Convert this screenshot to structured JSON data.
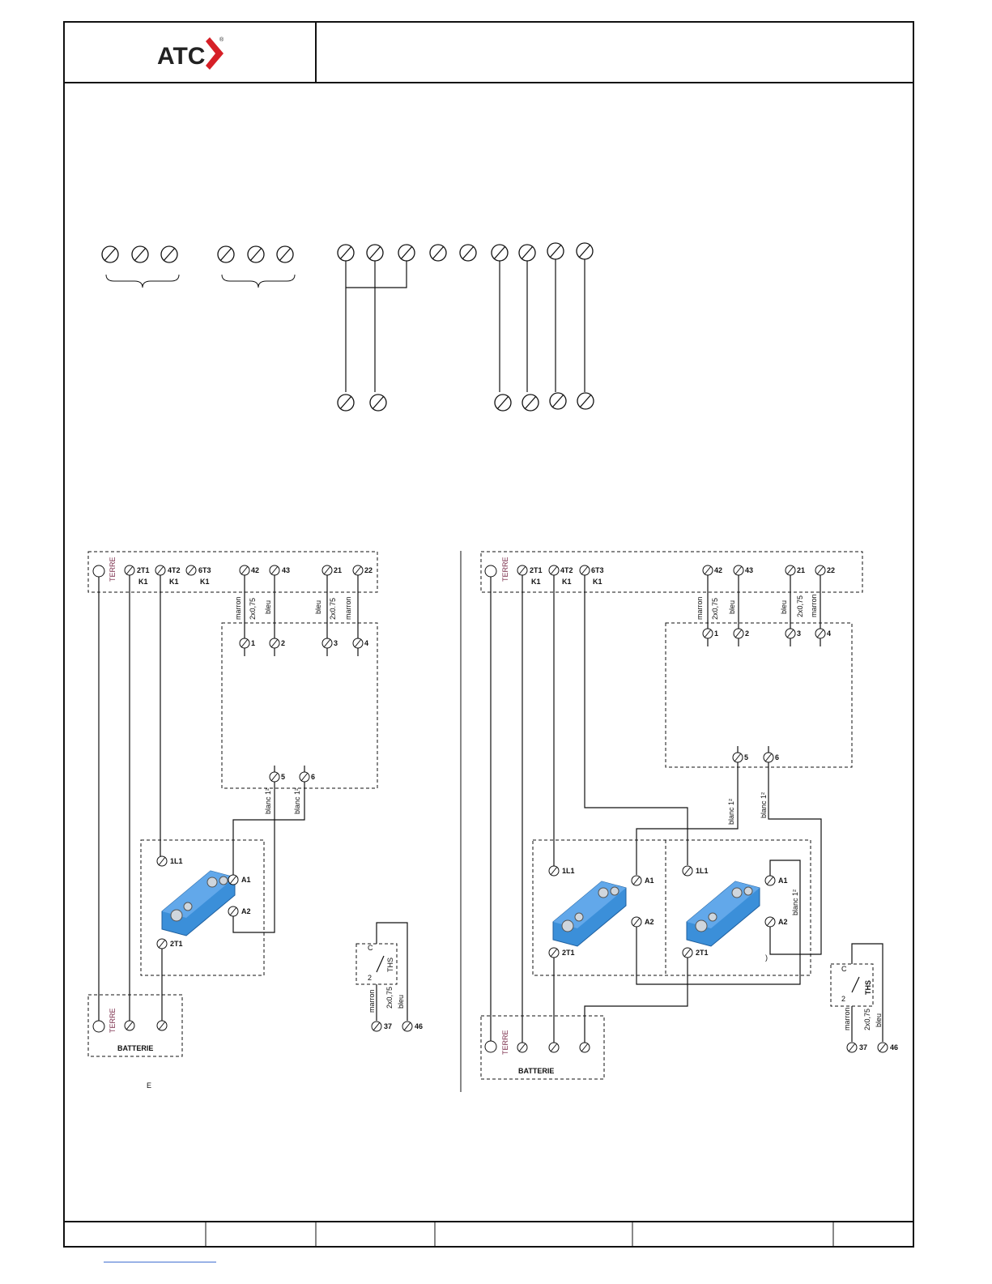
{
  "header": {
    "logo_text": "ATC",
    "logo_mark": "®"
  },
  "left_diagram": {
    "terre": "TERRE",
    "top_terminals": [
      {
        "label": "2T1",
        "sub": "K1"
      },
      {
        "label": "4T2",
        "sub": "K1"
      },
      {
        "label": "6T3",
        "sub": "K1"
      },
      {
        "label": "42"
      },
      {
        "label": "43"
      },
      {
        "label": "21"
      },
      {
        "label": "22"
      }
    ],
    "wire_labels": [
      "marron",
      "2x0,75",
      "bleu",
      "bleu",
      "2x0.75",
      "marron"
    ],
    "middle_terminals": [
      "1",
      "2",
      "3",
      "4"
    ],
    "lower_terminals": [
      "5",
      "6"
    ],
    "blanc_labels": [
      "blanc 1²",
      "blanc 1²"
    ],
    "relay_terminals": [
      "1L1",
      "A1",
      "A2",
      "2T1"
    ],
    "ths": {
      "c": "C",
      "two": "2",
      "name": "THS",
      "wires": [
        "marron",
        "2x0,75",
        "bleu"
      ],
      "terminals": [
        "37",
        "46"
      ]
    },
    "batterie": {
      "terre": "TERRE",
      "label": "BATTERIE"
    },
    "footnote": "E"
  },
  "right_diagram": {
    "terre": "TERRE",
    "top_terminals": [
      {
        "label": "2T1",
        "sub": "K1"
      },
      {
        "label": "4T2",
        "sub": "K1"
      },
      {
        "label": "6T3",
        "sub": "K1"
      },
      {
        "label": "42"
      },
      {
        "label": "43"
      },
      {
        "label": "21"
      },
      {
        "label": "22"
      }
    ],
    "wire_labels": [
      "marron",
      "2x0,75",
      "bleu",
      "bleu",
      "2x0,75",
      "marron"
    ],
    "middle_terminals": [
      "1",
      "2",
      "3",
      "4"
    ],
    "lower_terminals": [
      "5",
      "6"
    ],
    "blanc_labels": [
      "blanc 1²",
      "blanc 1²",
      "blanc 1²"
    ],
    "relay_a_terminals": [
      "1L1",
      "A1",
      "A2",
      "2T1"
    ],
    "relay_b_terminals": [
      "1L1",
      "A1",
      "A2",
      "2T1"
    ],
    "paren": ")",
    "ths": {
      "c": "C",
      "two": "2",
      "name": "THS",
      "wires": [
        "marron",
        "2x0,75",
        "bleu"
      ],
      "terminals": [
        "37",
        "46"
      ]
    },
    "batterie": {
      "terre": "TERRE",
      "label": "BATTERIE"
    }
  },
  "colors": {
    "relay_blue": "#3b8fd9",
    "logo_red": "#d62027",
    "terre_text": "#7a2c4a",
    "footer_link": "#3366cc"
  }
}
